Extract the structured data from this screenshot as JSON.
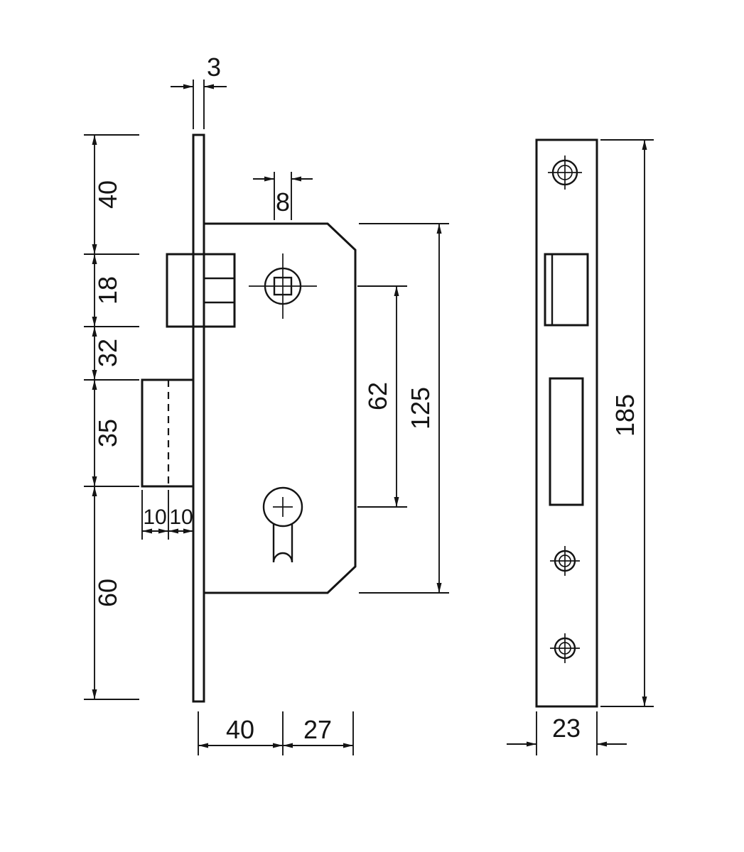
{
  "dims": {
    "plate_thickness": "3",
    "follower_hole": "8",
    "left_chain": [
      "40",
      "18",
      "32",
      "35",
      "60"
    ],
    "spindle_to_cylinder": "62",
    "case_height": "125",
    "deadbolt_splits": [
      "10",
      "10"
    ],
    "backset": "40",
    "case_behind_spindle": "27",
    "faceplate_height": "185",
    "faceplate_width": "23"
  }
}
